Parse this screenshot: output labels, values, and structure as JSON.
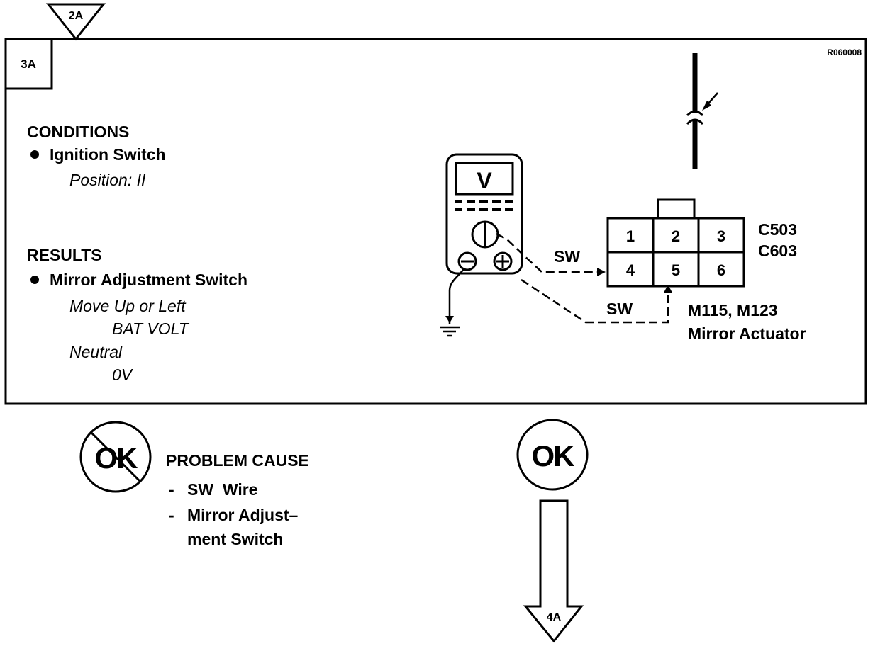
{
  "step_in_ref": "2A",
  "step_id": "3A",
  "figure_code": "R060008",
  "conditions": {
    "heading": "CONDITIONS",
    "items": [
      {
        "label": "Ignition Switch",
        "detail": "Position: II"
      }
    ]
  },
  "results": {
    "heading": "RESULTS",
    "items": [
      {
        "label": "Mirror Adjustment Switch",
        "cases": [
          {
            "condition": "Move Up or Left",
            "value": "BAT VOLT"
          },
          {
            "condition": "Neutral",
            "value": "0V"
          }
        ]
      }
    ]
  },
  "meter": {
    "display": "V"
  },
  "wires": {
    "top_label": "SW",
    "bottom_label": "SW"
  },
  "connector": {
    "pins": [
      "1",
      "2",
      "3",
      "4",
      "5",
      "6"
    ],
    "ids": [
      "C503",
      "C603"
    ],
    "component_ids": "M115, M123",
    "component_name": "Mirror Actuator"
  },
  "outcome_not_ok": {
    "symbol": "OK",
    "heading": "PROBLEM CAUSE",
    "causes": [
      {
        "line1": "SW  Wire"
      },
      {
        "line1": "Mirror Adjust–",
        "line2": "ment Switch"
      }
    ]
  },
  "outcome_ok": {
    "symbol": "OK",
    "next_step": "4A"
  }
}
